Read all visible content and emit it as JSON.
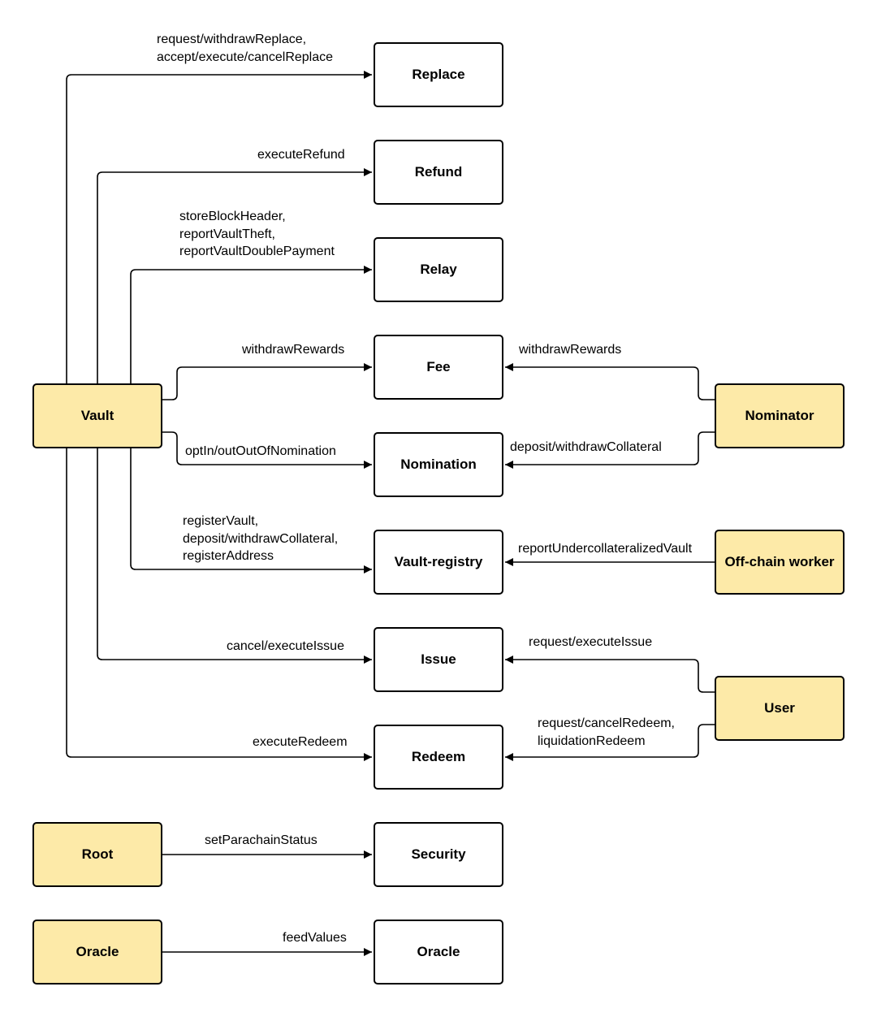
{
  "actors": {
    "vault": "Vault",
    "nominator": "Nominator",
    "offchain_worker": "Off-chain worker",
    "user": "User",
    "root": "Root",
    "oracle": "Oracle"
  },
  "modules": {
    "replace": "Replace",
    "refund": "Refund",
    "relay": "Relay",
    "fee": "Fee",
    "nomination": "Nomination",
    "vault_registry": "Vault-registry",
    "issue": "Issue",
    "redeem": "Redeem",
    "security": "Security",
    "oracle": "Oracle"
  },
  "labels": {
    "replace": [
      "request/withdrawReplace,",
      "accept/execute/cancelReplace"
    ],
    "refund": [
      "executeRefund"
    ],
    "relay": [
      "storeBlockHeader,",
      "reportVaultTheft,",
      "reportVaultDoublePayment"
    ],
    "vault_fee": [
      "withdrawRewards"
    ],
    "nominator_fee": [
      "withdrawRewards"
    ],
    "vault_nomination": [
      "optIn/outOutOfNomination"
    ],
    "nominator_nomination": [
      "deposit/withdrawCollateral"
    ],
    "vault_registry": [
      "registerVault,",
      "deposit/withdrawCollateral,",
      "registerAddress"
    ],
    "offchain_registry": [
      "reportUndercollateralizedVault"
    ],
    "vault_issue": [
      "cancel/executeIssue"
    ],
    "user_issue": [
      "request/executeIssue"
    ],
    "vault_redeem": [
      "executeRedeem"
    ],
    "user_redeem": [
      "request/cancelRedeem,",
      "liquidationRedeem"
    ],
    "root_security": [
      "setParachainStatus"
    ],
    "oracle_feed": [
      "feedValues"
    ]
  },
  "colors": {
    "actor_fill": "#fdeaa8",
    "module_fill": "#ffffff",
    "stroke": "#000000"
  }
}
